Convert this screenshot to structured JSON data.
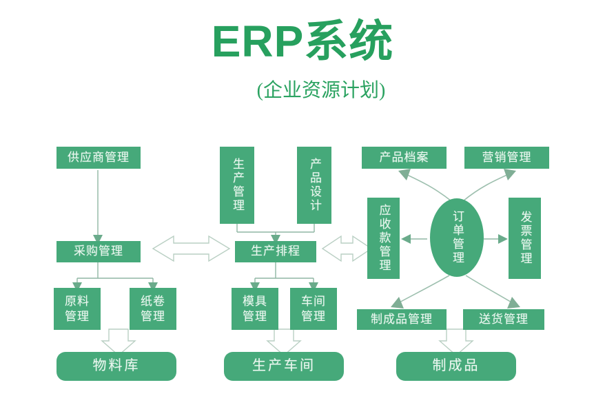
{
  "header": {
    "title": "ERP系统",
    "subtitle": "(企业资源计划)",
    "title_color": "#27a05e"
  },
  "theme": {
    "node_fill": "#46a97a",
    "node_text": "#eaf7ef",
    "line_color": "#8fb6a3",
    "hollow_arrow_fill": "#ffffff",
    "hollow_arrow_stroke": "#b9cfc3",
    "background": "#ffffff"
  },
  "diagram": {
    "type": "flowchart",
    "columns": [
      {
        "name": "procurement",
        "nodes": [
          "supplier_management",
          "purchase_management",
          "raw_material_management",
          "paper_roll_management",
          "material_warehouse"
        ]
      },
      {
        "name": "production",
        "nodes": [
          "production_management",
          "product_design",
          "production_scheduling",
          "mold_management",
          "workshop_management",
          "production_workshop"
        ]
      },
      {
        "name": "sales",
        "nodes": [
          "product_archive",
          "marketing_management",
          "receivables_management",
          "order_management",
          "invoice_management",
          "finished_goods_management",
          "delivery_management",
          "finished_goods"
        ]
      }
    ]
  },
  "nodes": {
    "supplier_management": {
      "label": "供应商管理",
      "shape": "rect",
      "orientation": "horizontal"
    },
    "purchase_management": {
      "label": "采购管理",
      "shape": "rect",
      "orientation": "horizontal"
    },
    "raw_material_management": {
      "label": "原料\n管理",
      "shape": "rect",
      "orientation": "horizontal"
    },
    "paper_roll_management": {
      "label": "纸卷\n管理",
      "shape": "rect",
      "orientation": "horizontal"
    },
    "material_warehouse": {
      "label": "物料库",
      "shape": "rounded-rect",
      "orientation": "horizontal"
    },
    "production_management": {
      "label": "生产管理",
      "shape": "rect",
      "orientation": "vertical"
    },
    "product_design": {
      "label": "产品设计",
      "shape": "rect",
      "orientation": "vertical"
    },
    "production_scheduling": {
      "label": "生产排程",
      "shape": "rect",
      "orientation": "horizontal"
    },
    "mold_management": {
      "label": "模具\n管理",
      "shape": "rect",
      "orientation": "horizontal"
    },
    "workshop_management": {
      "label": "车间\n管理",
      "shape": "rect",
      "orientation": "horizontal"
    },
    "production_workshop": {
      "label": "生产车间",
      "shape": "rounded-rect",
      "orientation": "horizontal"
    },
    "product_archive": {
      "label": "产品档案",
      "shape": "rect",
      "orientation": "horizontal"
    },
    "marketing_management": {
      "label": "营销管理",
      "shape": "rect",
      "orientation": "horizontal"
    },
    "receivables_management": {
      "label": "应收款管理",
      "shape": "rect",
      "orientation": "vertical"
    },
    "order_management": {
      "label": "订单管理",
      "shape": "ellipse",
      "orientation": "vertical"
    },
    "invoice_management": {
      "label": "发票管理",
      "shape": "rect",
      "orientation": "vertical"
    },
    "finished_goods_management": {
      "label": "制成品管理",
      "shape": "rect",
      "orientation": "horizontal"
    },
    "delivery_management": {
      "label": "送货管理",
      "shape": "rect",
      "orientation": "horizontal"
    },
    "finished_goods": {
      "label": "制成品",
      "shape": "rounded-rect",
      "orientation": "horizontal"
    }
  },
  "connections": [
    {
      "from": "supplier_management",
      "to": "purchase_management",
      "style": "thin-arrow",
      "direction": "down"
    },
    {
      "from": "purchase_management",
      "to": "raw_material_management",
      "style": "thin-arrow",
      "direction": "down"
    },
    {
      "from": "purchase_management",
      "to": "paper_roll_management",
      "style": "thin-arrow",
      "direction": "down"
    },
    {
      "from": "raw_material_management",
      "to": "material_warehouse",
      "style": "hollow-arrow",
      "direction": "down"
    },
    {
      "from": "production_management",
      "to": "production_scheduling",
      "style": "thin-arrow",
      "direction": "down"
    },
    {
      "from": "product_design",
      "to": "production_scheduling",
      "style": "thin-arrow",
      "direction": "down"
    },
    {
      "from": "production_scheduling",
      "to": "mold_management",
      "style": "thin-arrow",
      "direction": "down"
    },
    {
      "from": "production_scheduling",
      "to": "workshop_management",
      "style": "thin-arrow",
      "direction": "down"
    },
    {
      "from": "mold_management",
      "to": "production_workshop",
      "style": "hollow-arrow",
      "direction": "down"
    },
    {
      "from": "purchase_management",
      "to": "production_scheduling",
      "style": "hollow-double-arrow",
      "direction": "bidirectional"
    },
    {
      "from": "production_scheduling",
      "to": "receivables_management",
      "style": "hollow-double-arrow",
      "direction": "bidirectional"
    },
    {
      "from": "order_management",
      "to": "receivables_management",
      "style": "thin-arrow",
      "direction": "left"
    },
    {
      "from": "order_management",
      "to": "invoice_management",
      "style": "thin-arrow",
      "direction": "right"
    },
    {
      "from": "order_management",
      "to": "product_archive",
      "style": "curved-arrow",
      "direction": "up-left"
    },
    {
      "from": "order_management",
      "to": "marketing_management",
      "style": "curved-arrow",
      "direction": "up-right"
    },
    {
      "from": "order_management",
      "to": "finished_goods_management",
      "style": "curved-arrow",
      "direction": "down-left"
    },
    {
      "from": "order_management",
      "to": "delivery_management",
      "style": "curved-arrow",
      "direction": "down-right"
    },
    {
      "from": "finished_goods_management",
      "to": "finished_goods",
      "style": "hollow-arrow",
      "direction": "down"
    }
  ]
}
